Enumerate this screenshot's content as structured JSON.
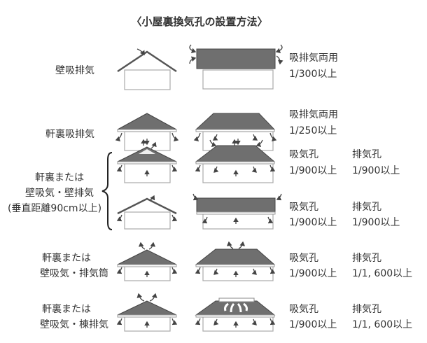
{
  "title": "〈小屋裏換気孔の設置方法〉",
  "rows": [
    {
      "label": [
        "壁吸排気"
      ],
      "col1": [
        "吸排気両用",
        "1/300以上"
      ],
      "col2": [
        "",
        ""
      ]
    },
    {
      "label": [
        "軒裏吸排気"
      ],
      "col1": [
        "吸排気両用",
        "1/250以上"
      ],
      "col2": [
        "",
        ""
      ]
    },
    {
      "label": [],
      "col1": [
        "吸気孔",
        "1/900以上"
      ],
      "col2": [
        "排気孔",
        "1/900以上"
      ]
    },
    {
      "label": [],
      "col1": [
        "吸気孔",
        "1/900以上"
      ],
      "col2": [
        "排気孔",
        "1/900以上"
      ]
    },
    {
      "label": [
        "軒裏または",
        "壁吸気・排気筒"
      ],
      "col1": [
        "吸気孔",
        "1/900以上"
      ],
      "col2": [
        "排気孔",
        "1/1, 600以上"
      ]
    },
    {
      "label": [
        "軒裏または",
        "壁吸気・棟排気"
      ],
      "col1": [
        "吸気孔",
        "1/900以上"
      ],
      "col2": [
        "排気孔",
        "1/1, 600以上"
      ]
    }
  ],
  "group_label": [
    "軒裏または",
    "壁吸気・壁排気",
    "(垂直距離90cm以上)"
  ],
  "colors": {
    "roof": "#6f6f6f",
    "text": "#333333"
  }
}
